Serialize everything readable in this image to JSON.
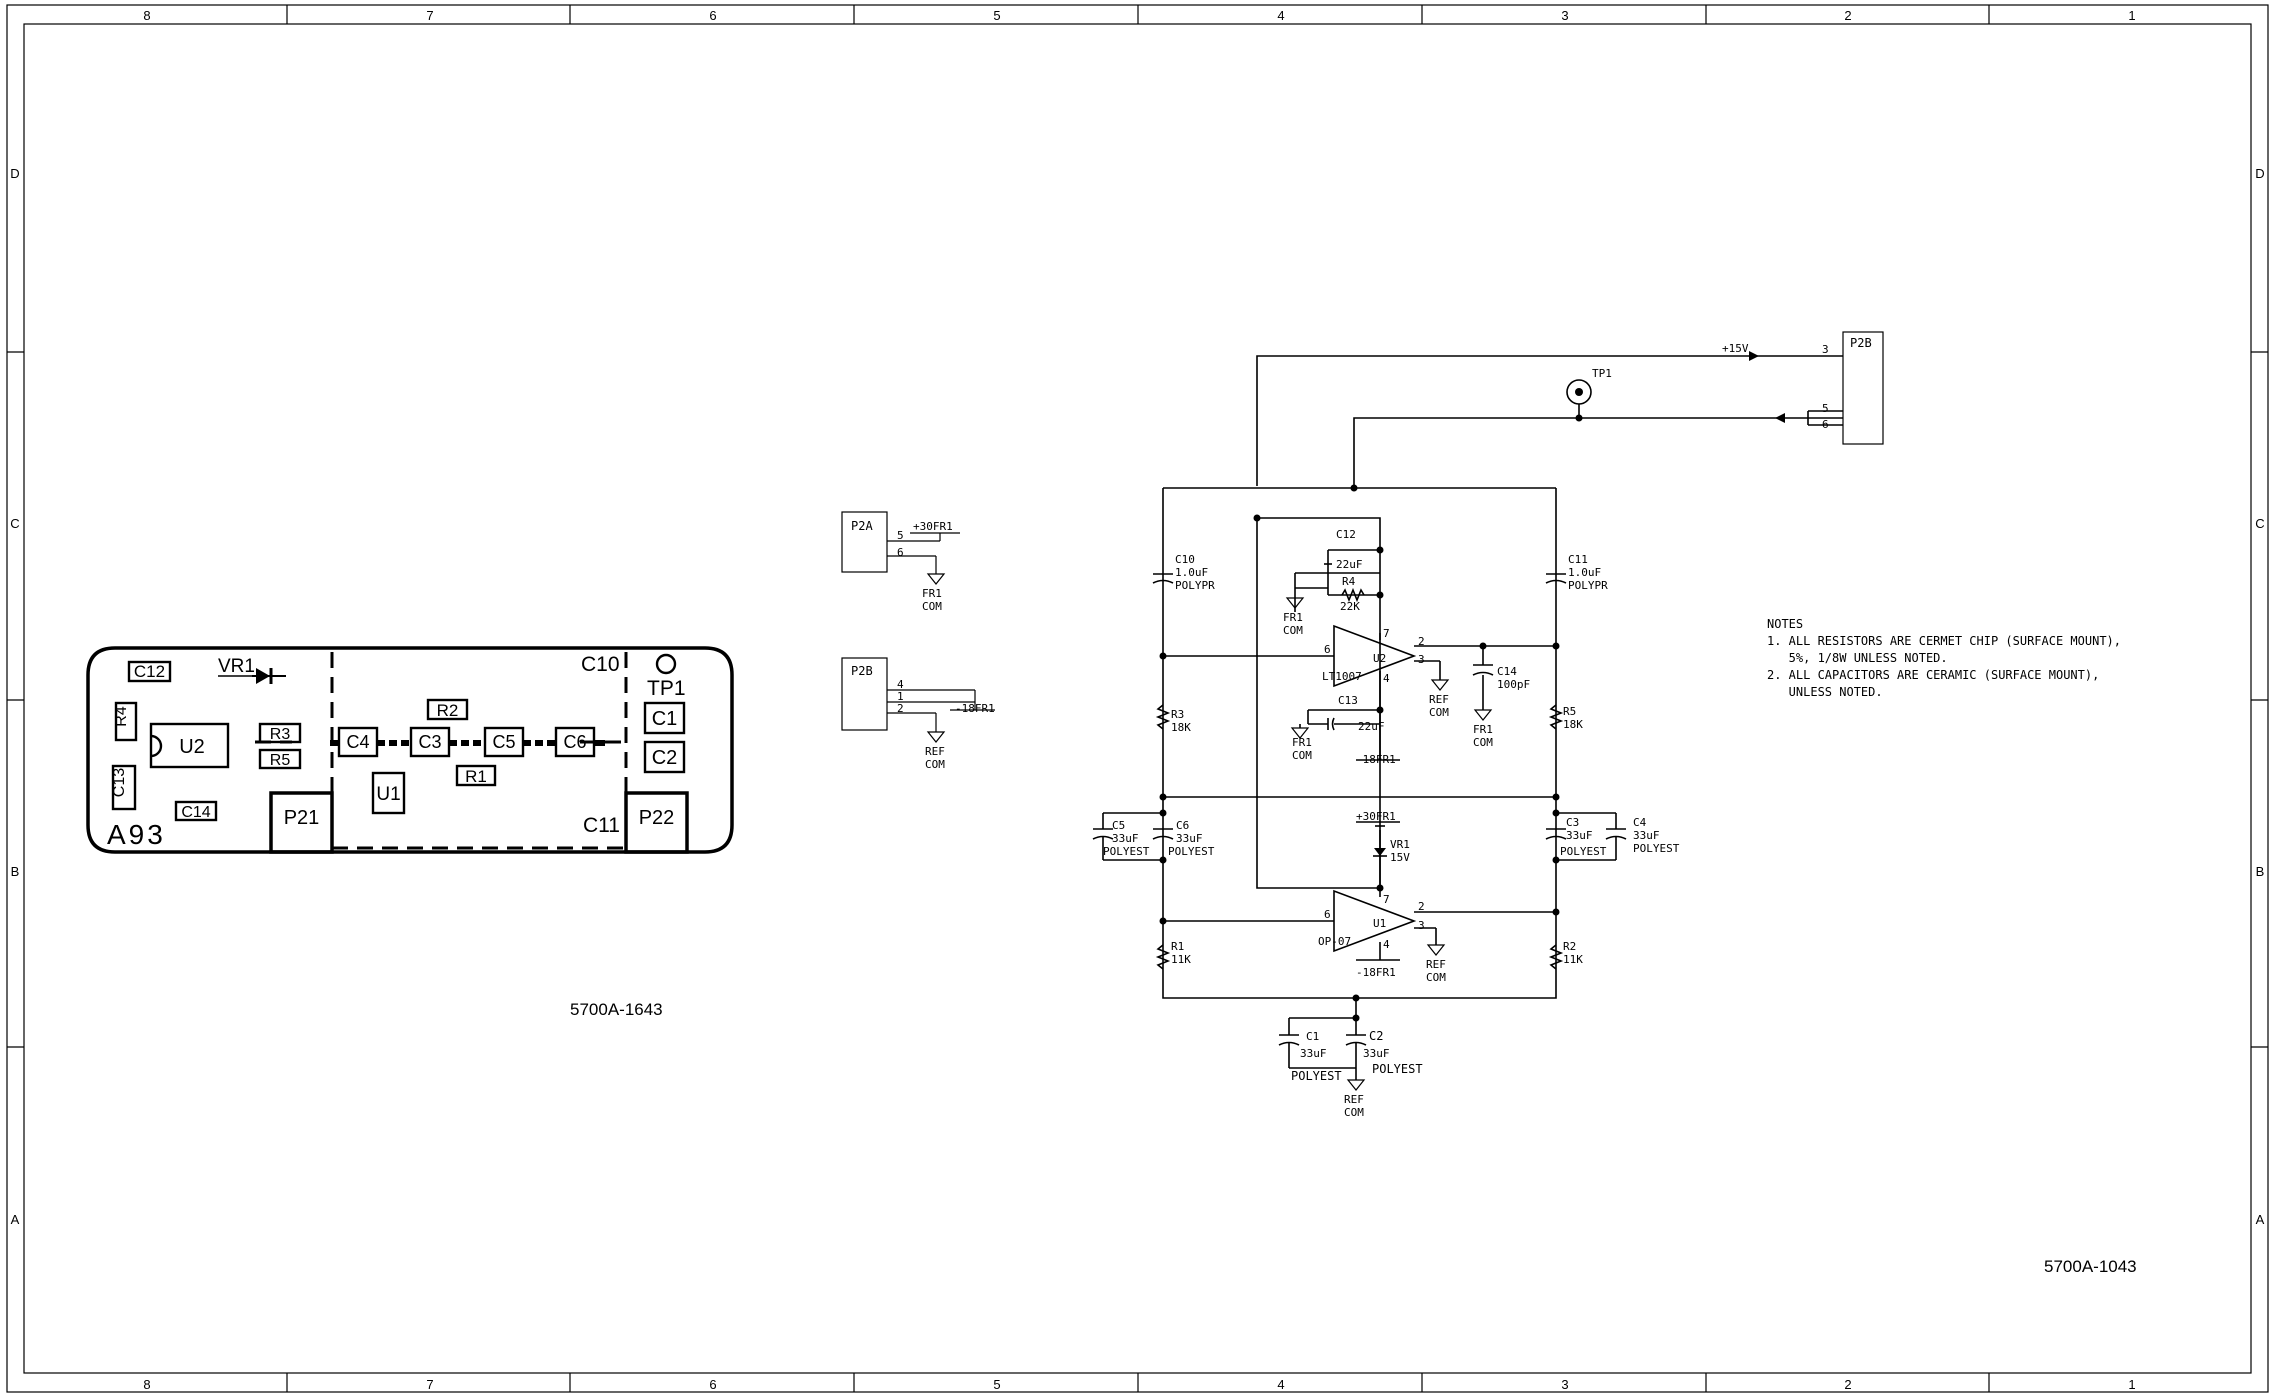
{
  "frame": {
    "zones_top": [
      "8",
      "7",
      "6",
      "5",
      "4",
      "3",
      "2",
      "1"
    ],
    "zones_bottom": [
      "8",
      "7",
      "6",
      "5",
      "4",
      "3",
      "2",
      "1"
    ],
    "zones_left": [
      "D",
      "C",
      "B",
      "A"
    ],
    "zones_right": [
      "D",
      "C",
      "B",
      "A"
    ]
  },
  "layout_view": {
    "board_name": "A93",
    "parts": {
      "c12": "C12",
      "r4": "R4",
      "c13": "C13",
      "c14": "C14",
      "u2": "U2",
      "vr1": "VR1",
      "r3": "R3",
      "r5": "R5",
      "p21": "P21",
      "c4": "C4",
      "c3": "C3",
      "r2": "R2",
      "c5": "C5",
      "r1": "R1",
      "c6": "C6",
      "u1": "U1",
      "c10": "C10",
      "c11": "C11",
      "tp1": "TP1",
      "c1": "C1",
      "c2": "C2",
      "p22": "P22"
    },
    "drawing_number": "5700A-1643"
  },
  "schematic": {
    "p2a": {
      "name": "P2A",
      "pin5": "5",
      "pin6": "6",
      "net": "+30FR1",
      "gnd": [
        "FR1",
        "COM"
      ]
    },
    "p2b_left": {
      "name": "P2B",
      "pin4": "4",
      "pin1": "1",
      "pin2": "2",
      "net": "-18FR1",
      "gnd": [
        "REF",
        "COM"
      ]
    },
    "p2b_right": {
      "name": "P2B",
      "pin3": "3",
      "pin5": "5",
      "pin6": "6",
      "net": "+15V"
    },
    "tp1": "TP1",
    "c10": [
      "C10",
      "1.0uF",
      "POLYPR"
    ],
    "c11": [
      "C11",
      "1.0uF",
      "POLYPR"
    ],
    "c12": [
      "C12",
      "22uF"
    ],
    "r4": [
      "R4",
      "22K"
    ],
    "fr1com_a": [
      "FR1",
      "COM"
    ],
    "u2": {
      "ref": "U2",
      "part": "LT1007",
      "pin6": "6",
      "pin7": "7",
      "pin2": "2",
      "pin3": "3",
      "pin4": "4"
    },
    "c14": [
      "C14",
      "100pF"
    ],
    "refcom_a": [
      "REF",
      "COM"
    ],
    "fr1com_b": [
      "FR1",
      "COM"
    ],
    "c13": [
      "C13",
      "22uF"
    ],
    "fr1com_c": [
      "FR1",
      "COM"
    ],
    "neg18_a": "-18FR1",
    "r3": [
      "R3",
      "18K"
    ],
    "r5": [
      "R5",
      "18K"
    ],
    "c5": [
      "C5",
      "33uF",
      "POLYEST"
    ],
    "c6": [
      "C6",
      "33uF",
      "POLYEST"
    ],
    "c3": [
      "C3",
      "33uF",
      "POLYEST"
    ],
    "c4": [
      "C4",
      "33uF",
      "POLYEST"
    ],
    "pos30": "+30FR1",
    "vr1": [
      "VR1",
      "15V"
    ],
    "u1": {
      "ref": "U1",
      "part": "OP-07",
      "pin6": "6",
      "pin7": "7",
      "pin2": "2",
      "pin3": "3",
      "pin4": "4"
    },
    "refcom_b": [
      "REF",
      "COM"
    ],
    "neg18_b": "-18FR1",
    "r1": [
      "R1",
      "11K"
    ],
    "r2": [
      "R2",
      "11K"
    ],
    "c1": [
      "C1",
      "33uF",
      "POLYEST"
    ],
    "c2": [
      "C2",
      "33uF",
      "POLYEST"
    ],
    "refcom_c": [
      "REF",
      "COM"
    ]
  },
  "notes": {
    "title": "NOTES",
    "items": [
      "1. ALL RESISTORS ARE CERMET CHIP (SURFACE MOUNT),",
      "   5%, 1/8W UNLESS NOTED.",
      "2. ALL CAPACITORS ARE CERAMIC (SURFACE MOUNT),",
      "   UNLESS NOTED."
    ]
  },
  "drawing_number": "5700A-1043"
}
